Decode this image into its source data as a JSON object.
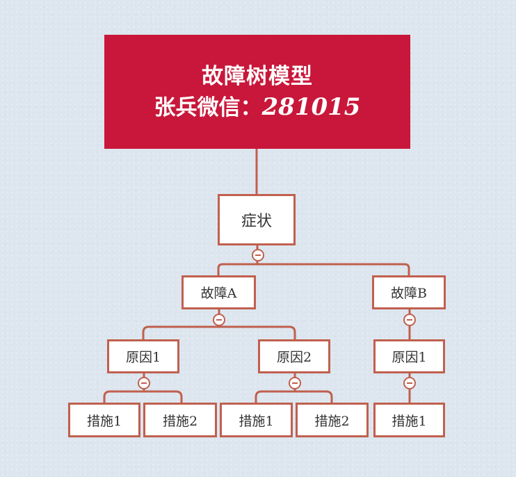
{
  "root": {
    "title": "故障树模型",
    "subtitle_prefix": "张兵微信：",
    "subtitle_number": "281015"
  },
  "tree": {
    "symptom": "症状",
    "fault_a": {
      "label": "故障A",
      "cause_1": {
        "label": "原因1",
        "measures": [
          "措施1",
          "措施2"
        ]
      },
      "cause_2": {
        "label": "原因2",
        "measures": [
          "措施1",
          "措施2"
        ]
      }
    },
    "fault_b": {
      "label": "故障B",
      "cause_1": {
        "label": "原因1",
        "measures": [
          "措施1"
        ]
      }
    }
  },
  "colors": {
    "root_fill": "#c8173a",
    "border": "#c0604e",
    "background": "#dde6ef"
  },
  "icons": {
    "collapse": "minus-circle-icon"
  }
}
